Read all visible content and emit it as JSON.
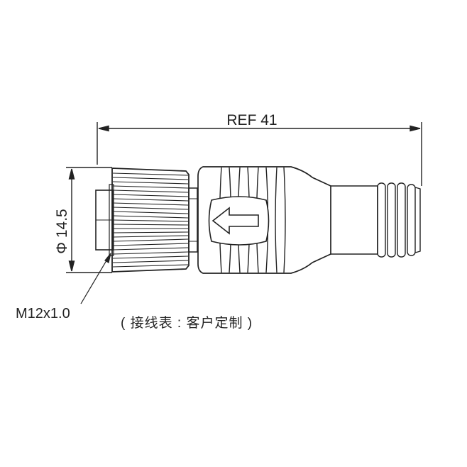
{
  "drawing": {
    "overall_length_label": "REF 41",
    "diameter_label": "Φ 14.5",
    "thread_label": "M12x1.0",
    "wiring_note": "( 接线表 : 客户定制 )",
    "line_color": "#222222"
  }
}
